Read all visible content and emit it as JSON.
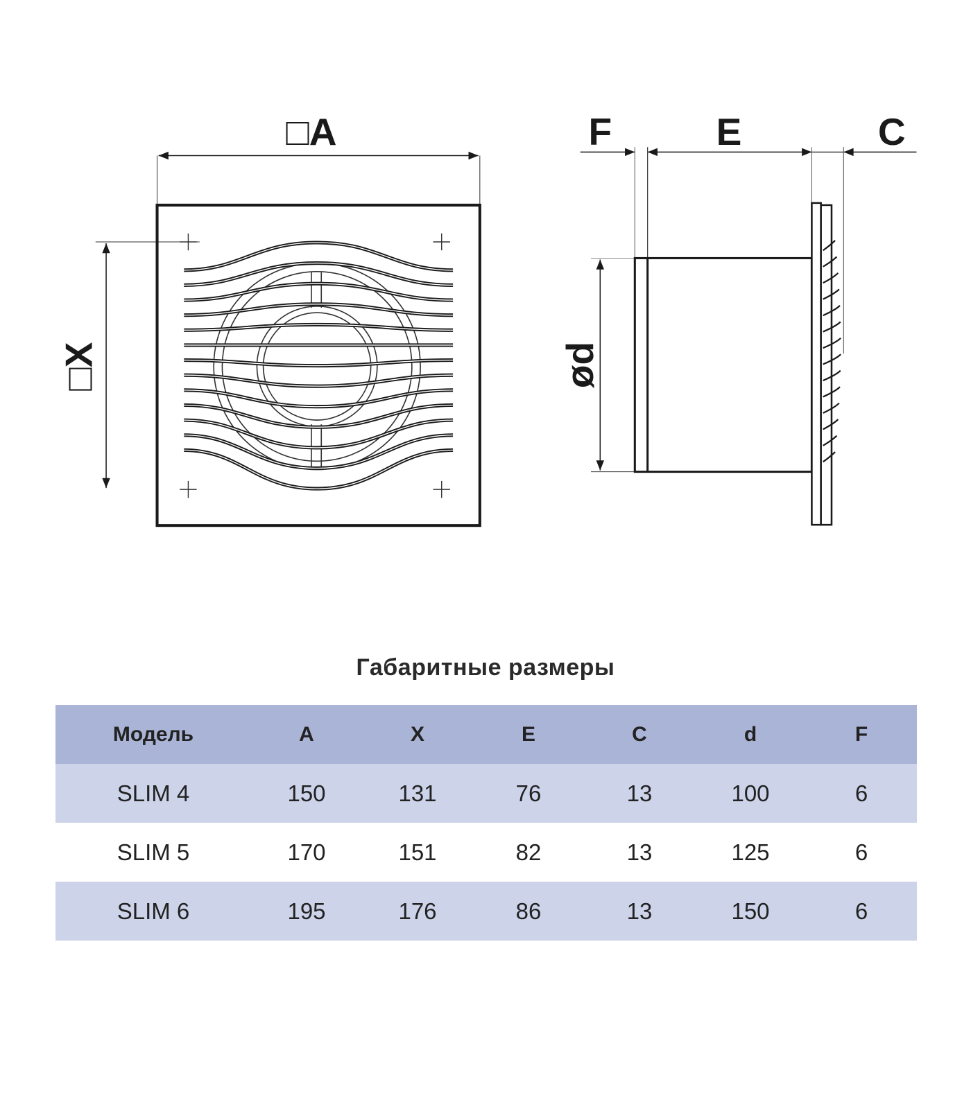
{
  "front_view": {
    "width_label": "□A",
    "height_label": "□X"
  },
  "side_view": {
    "f_label": "F",
    "e_label": "E",
    "c_label": "C",
    "diameter_label": "ød"
  },
  "table": {
    "title": "Габаритные размеры",
    "headers": [
      "Модель",
      "A",
      "X",
      "E",
      "C",
      "d",
      "F"
    ],
    "rows": [
      [
        "SLIM 4",
        "150",
        "131",
        "76",
        "13",
        "100",
        "6"
      ],
      [
        "SLIM 5",
        "170",
        "151",
        "82",
        "13",
        "125",
        "6"
      ],
      [
        "SLIM 6",
        "195",
        "176",
        "86",
        "13",
        "150",
        "6"
      ]
    ]
  },
  "colors": {
    "header_bg": "#a9b4d6",
    "stripe_bg": "#cdd4ea",
    "line": "#1a1a1a"
  }
}
